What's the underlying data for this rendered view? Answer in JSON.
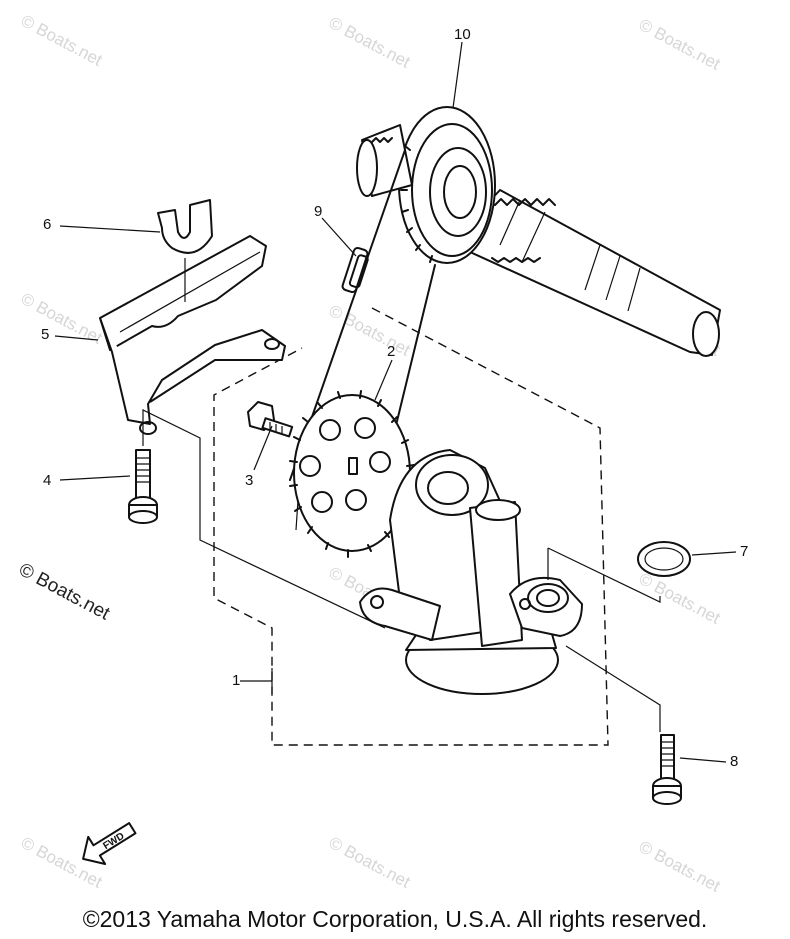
{
  "watermark": "© Boats.net",
  "watermark_large": "© Boats.net",
  "copyright": "©2013 Yamaha Motor Corporation, U.S.A. All rights reserved.",
  "fwd_label": "FWD",
  "callouts": {
    "c1": "1",
    "c2": "2",
    "c3": "3",
    "c4": "4",
    "c5": "5",
    "c6": "6",
    "c7": "7",
    "c8": "8",
    "c9": "9",
    "c10": "10"
  }
}
